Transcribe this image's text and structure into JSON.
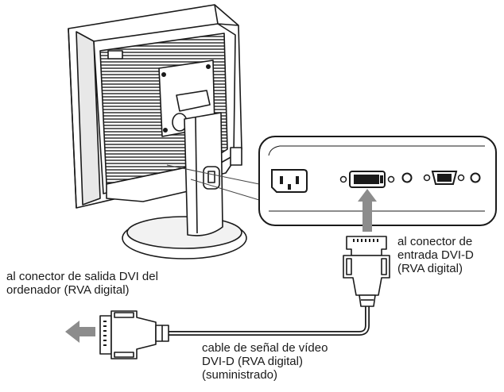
{
  "labels": {
    "monitor_input": {
      "lines": [
        "al conector de",
        "entrada DVI-D",
        "(RVA digital)"
      ]
    },
    "computer_output": {
      "lines": [
        "al conector de salida DVI del",
        "ordenador (RVA digital)"
      ]
    },
    "cable": {
      "lines": [
        "cable de señal de vídeo",
        "DVI-D (RVA digital)",
        "(suministrado)"
      ]
    }
  },
  "colors": {
    "line": "#1a1a1a",
    "arrow": "#8c8c8c",
    "panel_fill": "#ffffff"
  },
  "icons": {
    "power_socket": "ac-power-inlet-icon",
    "dvi_port": "dvi-d-port-icon",
    "vga_port": "hd15-port-icon"
  }
}
